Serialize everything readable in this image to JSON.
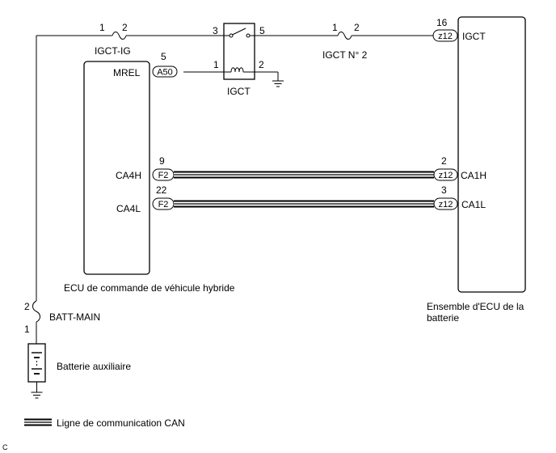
{
  "fuses": {
    "igct_ig": {
      "label": "IGCT-IG",
      "pin_a": "1",
      "pin_b": "2"
    },
    "igct_n2": {
      "label": "IGCT N° 2",
      "pin_a": "1",
      "pin_b": "2"
    },
    "batt_main": {
      "label": "BATT-MAIN",
      "pin_top": "2",
      "pin_bottom": "1"
    }
  },
  "relay": {
    "label": "IGCT",
    "pin_switch_in": "3",
    "pin_switch_out": "5",
    "pin_coil_in": "1",
    "pin_coil_out": "2"
  },
  "hybrid_ecu": {
    "label": "ECU de commande de véhicule hybride",
    "mrel": {
      "name": "MREL",
      "pin": "5",
      "connector": "A50"
    },
    "ca4h": {
      "name": "CA4H",
      "pin": "9",
      "connector": "F2"
    },
    "ca4l": {
      "name": "CA4L",
      "pin": "22",
      "connector": "F2"
    }
  },
  "battery_ecu": {
    "label_line1": "Ensemble d'ECU de la",
    "label_line2": "batterie",
    "igct": {
      "name": "IGCT",
      "pin": "16",
      "connector": "z12"
    },
    "ca1h": {
      "name": "CA1H",
      "pin": "2",
      "connector": "z12"
    },
    "ca1l": {
      "name": "CA1L",
      "pin": "3",
      "connector": "z12"
    }
  },
  "aux_battery": {
    "label": "Batterie auxiliaire"
  },
  "legend": {
    "can_line": "Ligne de communication CAN"
  },
  "footer": {
    "code": "C"
  }
}
